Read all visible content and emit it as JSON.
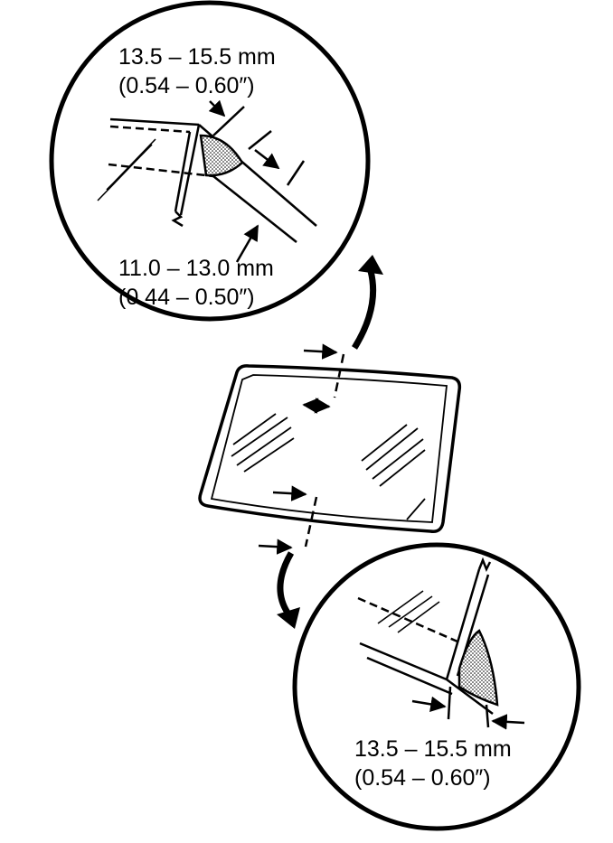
{
  "callouts": {
    "top_detail": {
      "upper_dim_mm": "13.5  –  15.5 mm",
      "upper_dim_in": "(0.54  –  0.60″)",
      "lower_dim_mm": "11.0  –  13.0 mm",
      "lower_dim_in": "(0.44  –  0.50″)"
    },
    "bottom_detail": {
      "dim_mm": "13.5  –  15.5 mm",
      "dim_in": "(0.54  –  0.60″)"
    }
  },
  "colors": {
    "ink": "#000000",
    "paper": "#ffffff"
  }
}
